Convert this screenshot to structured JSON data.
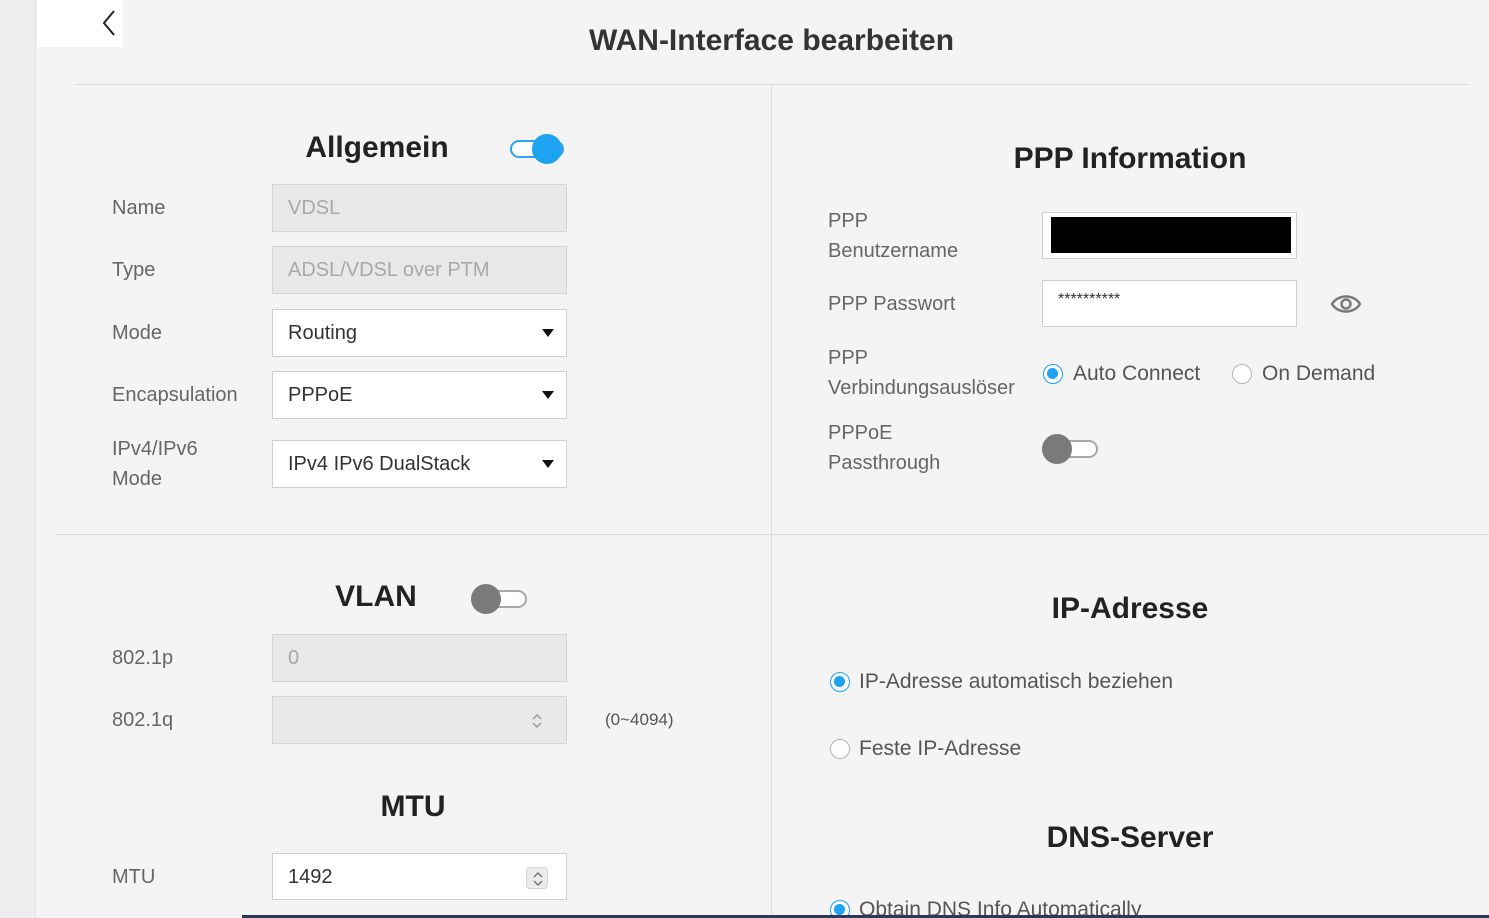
{
  "header": {
    "title": "WAN-Interface bearbeiten"
  },
  "general": {
    "title": "Allgemein",
    "enabled": true,
    "name_label": "Name",
    "name_value": "VDSL",
    "type_label": "Type",
    "type_value": "ADSL/VDSL over PTM",
    "mode_label": "Mode",
    "mode_value": "Routing",
    "encapsulation_label": "Encapsulation",
    "encapsulation_value": "PPPoE",
    "ip_mode_label_1": "IPv4/IPv6",
    "ip_mode_label_2": "Mode",
    "ip_mode_value": "IPv4 IPv6 DualStack"
  },
  "ppp": {
    "title": "PPP Information",
    "username_label_1": "PPP",
    "username_label_2": "Benutzername",
    "password_label": "PPP Passwort",
    "password_value": "**********",
    "trigger_label_1": "PPP",
    "trigger_label_2": "Verbindungsauslöser",
    "trigger_auto": "Auto Connect",
    "trigger_demand": "On Demand",
    "trigger_selected": "Auto Connect",
    "passthrough_label_1": "PPPoE",
    "passthrough_label_2": "Passthrough",
    "passthrough_enabled": false
  },
  "vlan": {
    "title": "VLAN",
    "enabled": false,
    "p_label": "802.1p",
    "p_value": "0",
    "q_label": "802.1q",
    "q_value": "",
    "q_range": "(0~4094)"
  },
  "mtu": {
    "title": "MTU",
    "label": "MTU",
    "value": "1492"
  },
  "ip_address": {
    "title": "IP-Adresse",
    "auto_label": "IP-Adresse automatisch beziehen",
    "static_label": "Feste IP-Adresse",
    "selected": "auto"
  },
  "dns": {
    "title": "DNS-Server",
    "auto_label": "Obtain DNS Info Automatically"
  },
  "colors": {
    "accent": "#1ea2f2",
    "off_knob": "#7a7a7a"
  }
}
